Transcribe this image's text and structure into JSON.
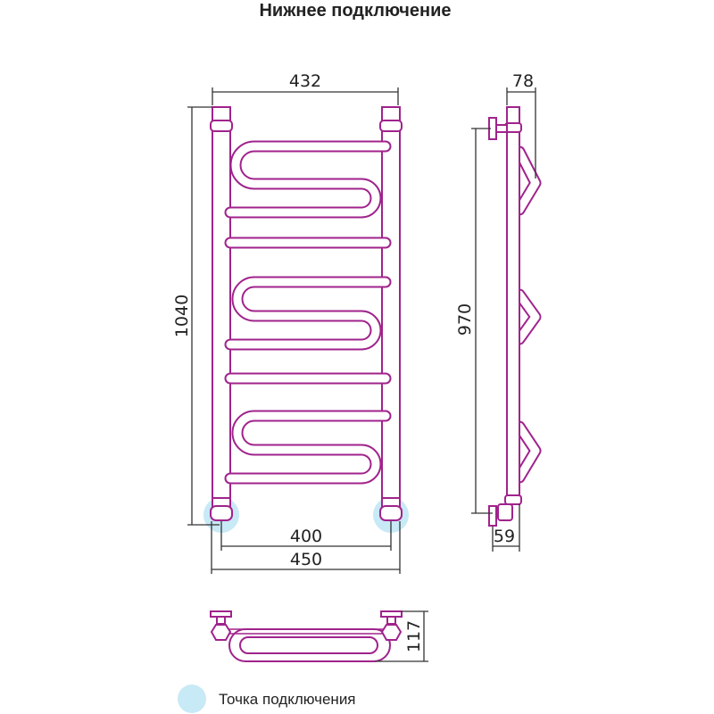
{
  "title": "Нижнее подключение",
  "dimensions": {
    "width_top": "432",
    "height": "1040",
    "center_distance": "400",
    "width_bottom": "450",
    "depth": "78",
    "side_height": "970",
    "wall_offset": "59",
    "top_view_depth": "117"
  },
  "legend": {
    "label": "Точка подключения"
  },
  "colors": {
    "pipe": "#a0238c",
    "connection_point": "#c8e9f6"
  }
}
